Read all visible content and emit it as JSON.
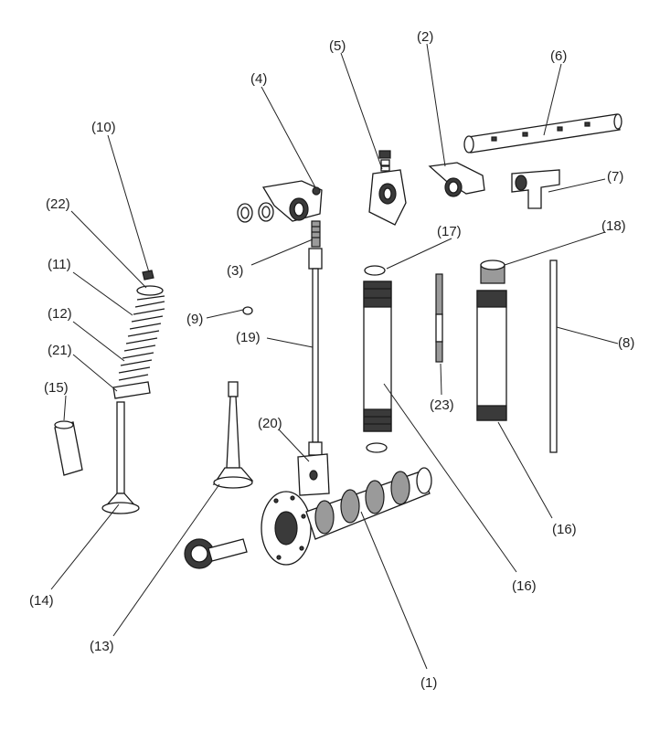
{
  "diagram": {
    "labels": {
      "part_1": "(1)",
      "part_2": "(2)",
      "part_3": "(3)",
      "part_4": "(4)",
      "part_5": "(5)",
      "part_6": "(6)",
      "part_7": "(7)",
      "part_8": "(8)",
      "part_9": "(9)",
      "part_10": "(10)",
      "part_11": "(11)",
      "part_12": "(12)",
      "part_13": "(13)",
      "part_14": "(14)",
      "part_15": "(15)",
      "part_16_center": "(16)",
      "part_16_right": "(16)",
      "part_17": "(17)",
      "part_18": "(18)",
      "part_19": "(19)",
      "part_20": "(20)",
      "part_21": "(21)",
      "part_22": "(22)",
      "part_23": "(23)"
    }
  }
}
